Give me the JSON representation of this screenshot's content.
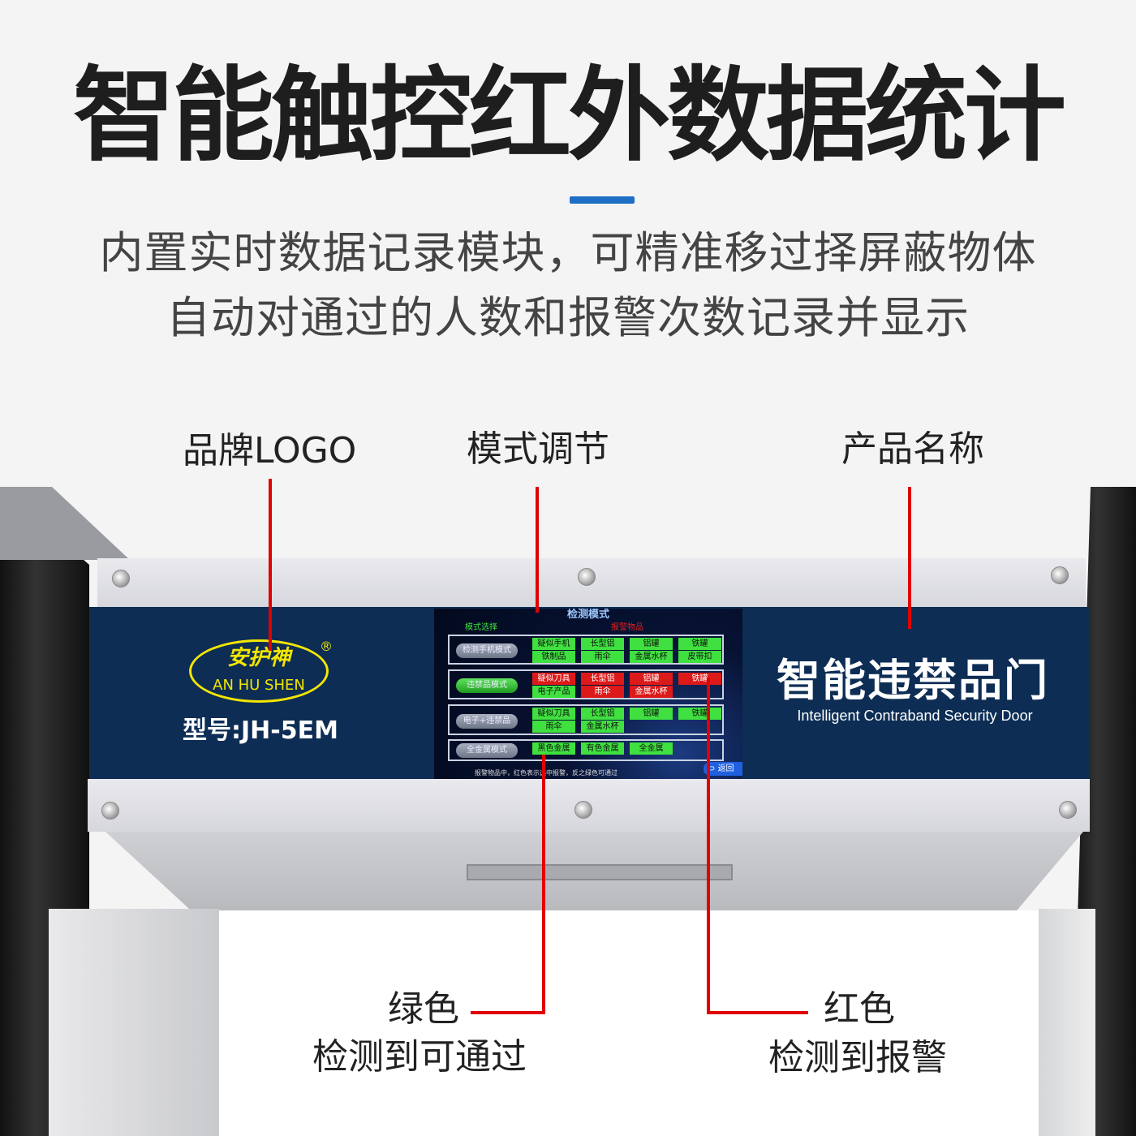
{
  "title": "智能触控红外数据统计",
  "subtitle": [
    "内置实时数据记录模块，可精准移过择屏蔽物体",
    "自动对通过的人数和报警次数记录并显示"
  ],
  "callouts": {
    "logo": "品牌LOGO",
    "mode": "模式调节",
    "name": "产品名称",
    "green_title": "绿色",
    "green_desc": "检测到可通过",
    "red_title": "红色",
    "red_desc": "检测到报警"
  },
  "brand": {
    "cn": "安护神",
    "en": "AN HU SHEN",
    "reg": "®",
    "model": "型号:JH-5EM"
  },
  "product": {
    "cn": "智能违禁品门",
    "en": "Intelligent Contraband Security Door"
  },
  "screen": {
    "title": "检测模式",
    "mode_header": "模式选择",
    "items_header": "报警物品",
    "rows": [
      {
        "mode": "检测手机模式",
        "active": false,
        "items": [
          {
            "t": "疑似手机",
            "c": "g"
          },
          {
            "t": "长型铝",
            "c": "g"
          },
          {
            "t": "铝罐",
            "c": "g"
          },
          {
            "t": "铁罐",
            "c": "g"
          },
          {
            "t": "铁制品",
            "c": "g"
          },
          {
            "t": "雨伞",
            "c": "g"
          },
          {
            "t": "金属水杯",
            "c": "g"
          },
          {
            "t": "皮带扣",
            "c": "g"
          }
        ]
      },
      {
        "mode": "违禁品模式",
        "active": true,
        "items": [
          {
            "t": "疑似刀具",
            "c": "r"
          },
          {
            "t": "长型铝",
            "c": "r"
          },
          {
            "t": "铝罐",
            "c": "r"
          },
          {
            "t": "铁罐",
            "c": "r"
          },
          {
            "t": "电子产品",
            "c": "g"
          },
          {
            "t": "雨伞",
            "c": "r"
          },
          {
            "t": "金属水杯",
            "c": "r"
          }
        ]
      },
      {
        "mode": "电子+违禁品",
        "active": false,
        "items": [
          {
            "t": "疑似刀具",
            "c": "g"
          },
          {
            "t": "长型铝",
            "c": "g"
          },
          {
            "t": "铝罐",
            "c": "g"
          },
          {
            "t": "铁罐",
            "c": "g"
          },
          {
            "t": "雨伞",
            "c": "g"
          },
          {
            "t": "金属水杯",
            "c": "g"
          }
        ]
      },
      {
        "mode": "全金属模式",
        "active": false,
        "items": [
          {
            "t": "黑色金属",
            "c": "g"
          },
          {
            "t": "有色金属",
            "c": "g"
          },
          {
            "t": "全金属",
            "c": "g"
          }
        ]
      }
    ],
    "footnote": "报警物品中，红色表示选中报警，反之绿色可通过",
    "back": "返回"
  },
  "colors": {
    "accent": "#1e6fc4",
    "navy": "#0d2d55",
    "callout_red": "#e00000",
    "logo_yellow": "#f2e600"
  }
}
